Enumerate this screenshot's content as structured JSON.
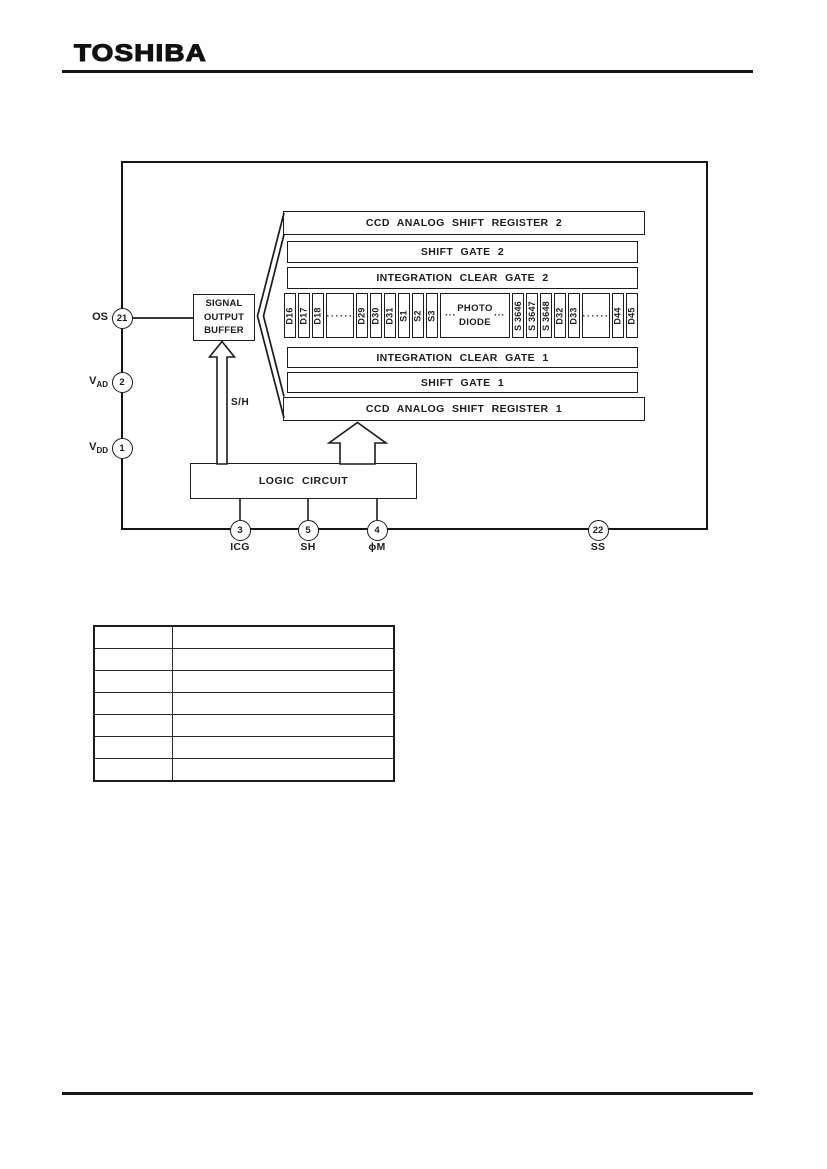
{
  "brand": "TOSHIBA",
  "diagram": {
    "registers": {
      "asr2": "CCD ANALOG SHIFT REGISTER 2",
      "sg2": "SHIFT GATE 2",
      "icg2": "INTEGRATION CLEAR GATE 2",
      "icg1": "INTEGRATION CLEAR GATE 1",
      "sg1": "SHIFT GATE 1",
      "asr1": "CCD ANALOG SHIFT REGISTER 1"
    },
    "photodiode": {
      "cells": [
        {
          "label": "D16"
        },
        {
          "label": "D17"
        },
        {
          "label": "D18"
        },
        {
          "label": "······"
        },
        {
          "label": "D29"
        },
        {
          "label": "D30"
        },
        {
          "label": "D31"
        },
        {
          "label": "S1"
        },
        {
          "label": "S2"
        },
        {
          "label": "S3"
        },
        {
          "dots_left": "···",
          "line1": "PHOTO",
          "line2": "DIODE",
          "dots_right": "···"
        },
        {
          "label": "S 3646"
        },
        {
          "label": "S 3647"
        },
        {
          "label": "S 3648"
        },
        {
          "label": "D32"
        },
        {
          "label": "D33"
        },
        {
          "label": "······"
        },
        {
          "label": "D44"
        },
        {
          "label": "D45"
        }
      ]
    },
    "signal_output_buffer": {
      "line1": "SIGNAL",
      "line2": "OUTPUT",
      "line3": "BUFFER"
    },
    "logic_circuit": "LOGIC CIRCUIT",
    "sh_label": "S/H",
    "pins_left": [
      {
        "name": "OS",
        "sub": "",
        "number": "21"
      },
      {
        "name": "V",
        "sub": "AD",
        "number": "2"
      },
      {
        "name": "V",
        "sub": "DD",
        "number": "1"
      }
    ],
    "pins_bottom": [
      {
        "number": "3",
        "label": "ICG"
      },
      {
        "number": "5",
        "label": "SH"
      },
      {
        "number": "4",
        "label": "ϕM"
      },
      {
        "number": "22",
        "label": "SS"
      }
    ]
  },
  "table": {
    "rows": 7,
    "columns": 2
  }
}
